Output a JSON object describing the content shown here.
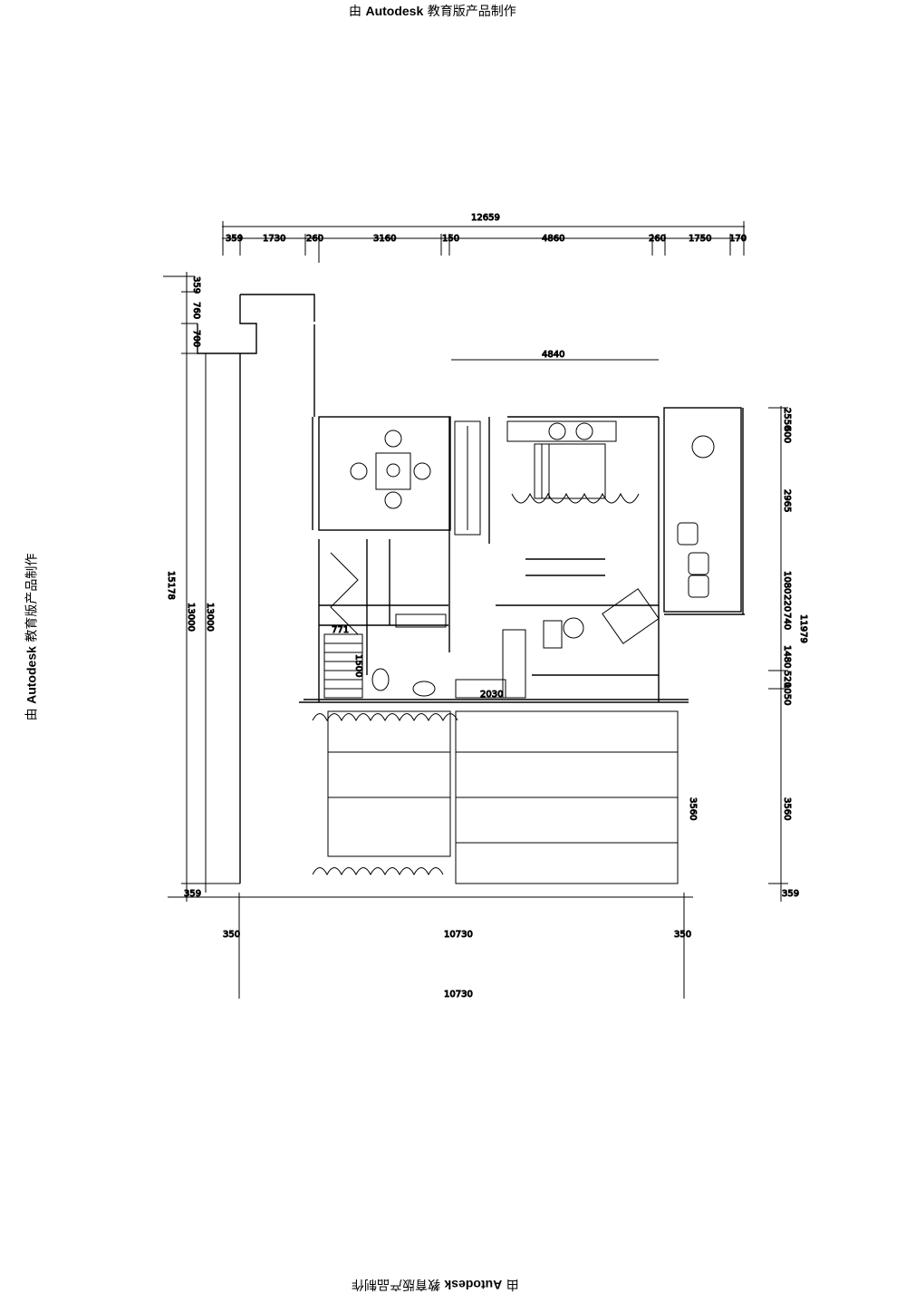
{
  "watermark": {
    "prefix": "由 ",
    "brand": "Autodesk",
    "suffix": " 教育版产品制作"
  },
  "dimensions": {
    "top_total": "12659",
    "top_segments": [
      "359",
      "1730",
      "260",
      "3160",
      "150",
      "4860",
      "260",
      "1750",
      "170"
    ],
    "inner_width": "4840",
    "left_total": "15178",
    "left_a": "13000",
    "left_b": "13000",
    "left_top": [
      "359",
      "760",
      "700"
    ],
    "left_bottom": "359",
    "right_segments": [
      "2550",
      "600",
      "2965",
      "1080",
      "220",
      "740",
      "1480",
      "520",
      "1050",
      "3560",
      "359"
    ],
    "right_total": "11979",
    "bottom_a": [
      "350",
      "10730",
      "350"
    ],
    "bottom_total": "10730",
    "inner_labels": [
      "771",
      "1500",
      "3560",
      "2030"
    ]
  },
  "colors": {
    "line": "#000000",
    "background": "#ffffff"
  }
}
